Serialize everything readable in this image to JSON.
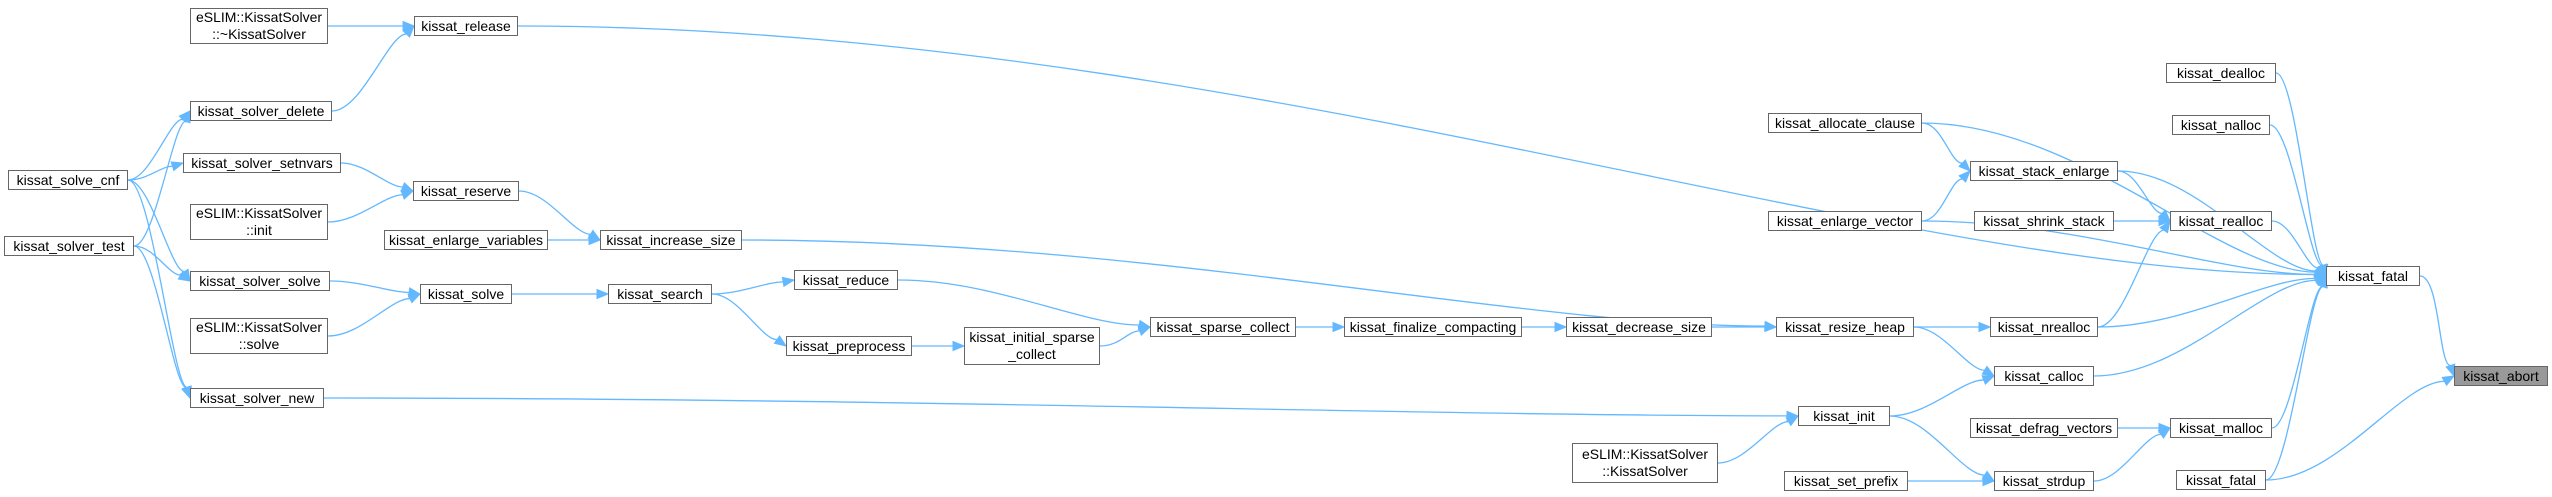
{
  "colors": {
    "edge": "#63b8ff",
    "node_border": "#666666",
    "focus_fill": "#999999",
    "node_fill": "#ffffff"
  },
  "nodes": {
    "eslim_destructor": "eSLIM::KissatSolver\n::~KissatSolver",
    "kissat_release": "kissat_release",
    "kissat_solver_delete": "kissat_solver_delete",
    "kissat_solve_cnf": "kissat_solve_cnf",
    "kissat_solver_setnvars": "kissat_solver_setnvars",
    "eslim_init": "eSLIM::KissatSolver\n::init",
    "kissat_reserve": "kissat_reserve",
    "kissat_solver_test": "kissat_solver_test",
    "kissat_enlarge_variables": "kissat_enlarge_variables",
    "kissat_increase_size": "kissat_increase_size",
    "kissat_solver_solve": "kissat_solver_solve",
    "kissat_solve": "kissat_solve",
    "kissat_search": "kissat_search",
    "kissat_reduce": "kissat_reduce",
    "eslim_solve": "eSLIM::KissatSolver\n::solve",
    "kissat_preprocess": "kissat_preprocess",
    "kissat_initial_sparse_collect": "kissat_initial_sparse\n_collect",
    "kissat_sparse_collect": "kissat_sparse_collect",
    "kissat_finalize_compacting": "kissat_finalize_compacting",
    "kissat_decrease_size": "kissat_decrease_size",
    "kissat_resize_heap": "kissat_resize_heap",
    "kissat_solver_new": "kissat_solver_new",
    "kissat_init": "kissat_init",
    "eslim_constructor": "eSLIM::KissatSolver\n::KissatSolver",
    "kissat_set_prefix": "kissat_set_prefix",
    "kissat_allocate_clause": "kissat_allocate_clause",
    "kissat_stack_enlarge": "kissat_stack_enlarge",
    "kissat_enlarge_vector": "kissat_enlarge_vector",
    "kissat_shrink_stack": "kissat_shrink_stack",
    "kissat_realloc": "kissat_realloc",
    "kissat_nrealloc": "kissat_nrealloc",
    "kissat_calloc": "kissat_calloc",
    "kissat_defrag_vectors": "kissat_defrag_vectors",
    "kissat_malloc": "kissat_malloc",
    "kissat_strdup": "kissat_strdup",
    "kissat_fatal_lower": "kissat_fatal",
    "kissat_dealloc": "kissat_dealloc",
    "kissat_nalloc": "kissat_nalloc",
    "kissat_fatal": "kissat_fatal",
    "kissat_abort": "kissat_abort"
  },
  "edges": [
    [
      "eslim_destructor",
      "kissat_release"
    ],
    [
      "kissat_solver_delete",
      "kissat_release"
    ],
    [
      "kissat_release",
      "kissat_fatal"
    ],
    [
      "kissat_solve_cnf",
      "kissat_solver_delete"
    ],
    [
      "kissat_solver_test",
      "kissat_solver_delete"
    ],
    [
      "kissat_solve_cnf",
      "kissat_solver_setnvars"
    ],
    [
      "kissat_solver_setnvars",
      "kissat_reserve"
    ],
    [
      "eslim_init",
      "kissat_reserve"
    ],
    [
      "kissat_reserve",
      "kissat_increase_size"
    ],
    [
      "kissat_enlarge_variables",
      "kissat_increase_size"
    ],
    [
      "kissat_increase_size",
      "kissat_resize_heap"
    ],
    [
      "kissat_solve_cnf",
      "kissat_solver_solve"
    ],
    [
      "kissat_solver_test",
      "kissat_solver_solve"
    ],
    [
      "kissat_solver_solve",
      "kissat_solve"
    ],
    [
      "eslim_solve",
      "kissat_solve"
    ],
    [
      "kissat_solve",
      "kissat_search"
    ],
    [
      "kissat_search",
      "kissat_reduce"
    ],
    [
      "kissat_search",
      "kissat_preprocess"
    ],
    [
      "kissat_reduce",
      "kissat_sparse_collect"
    ],
    [
      "kissat_preprocess",
      "kissat_initial_sparse_collect"
    ],
    [
      "kissat_initial_sparse_collect",
      "kissat_sparse_collect"
    ],
    [
      "kissat_sparse_collect",
      "kissat_finalize_compacting"
    ],
    [
      "kissat_finalize_compacting",
      "kissat_decrease_size"
    ],
    [
      "kissat_decrease_size",
      "kissat_resize_heap"
    ],
    [
      "kissat_solve_cnf",
      "kissat_solver_new"
    ],
    [
      "kissat_solver_test",
      "kissat_solver_new"
    ],
    [
      "kissat_solver_new",
      "kissat_init"
    ],
    [
      "eslim_constructor",
      "kissat_init"
    ],
    [
      "kissat_set_prefix",
      "kissat_strdup"
    ],
    [
      "kissat_init",
      "kissat_strdup"
    ],
    [
      "kissat_init",
      "kissat_calloc"
    ],
    [
      "kissat_resize_heap",
      "kissat_nrealloc"
    ],
    [
      "kissat_resize_heap",
      "kissat_calloc"
    ],
    [
      "kissat_allocate_clause",
      "kissat_stack_enlarge"
    ],
    [
      "kissat_enlarge_vector",
      "kissat_stack_enlarge"
    ],
    [
      "kissat_allocate_clause",
      "kissat_fatal"
    ],
    [
      "kissat_stack_enlarge",
      "kissat_realloc"
    ],
    [
      "kissat_stack_enlarge",
      "kissat_fatal"
    ],
    [
      "kissat_enlarge_vector",
      "kissat_fatal"
    ],
    [
      "kissat_shrink_stack",
      "kissat_realloc"
    ],
    [
      "kissat_realloc",
      "kissat_fatal"
    ],
    [
      "kissat_nrealloc",
      "kissat_realloc"
    ],
    [
      "kissat_nrealloc",
      "kissat_fatal"
    ],
    [
      "kissat_calloc",
      "kissat_fatal"
    ],
    [
      "kissat_defrag_vectors",
      "kissat_malloc"
    ],
    [
      "kissat_strdup",
      "kissat_malloc"
    ],
    [
      "kissat_malloc",
      "kissat_fatal"
    ],
    [
      "kissat_fatal_lower",
      "kissat_fatal"
    ],
    [
      "kissat_dealloc",
      "kissat_fatal"
    ],
    [
      "kissat_nalloc",
      "kissat_fatal"
    ],
    [
      "kissat_fatal",
      "kissat_abort"
    ],
    [
      "kissat_fatal_lower",
      "kissat_abort"
    ]
  ]
}
